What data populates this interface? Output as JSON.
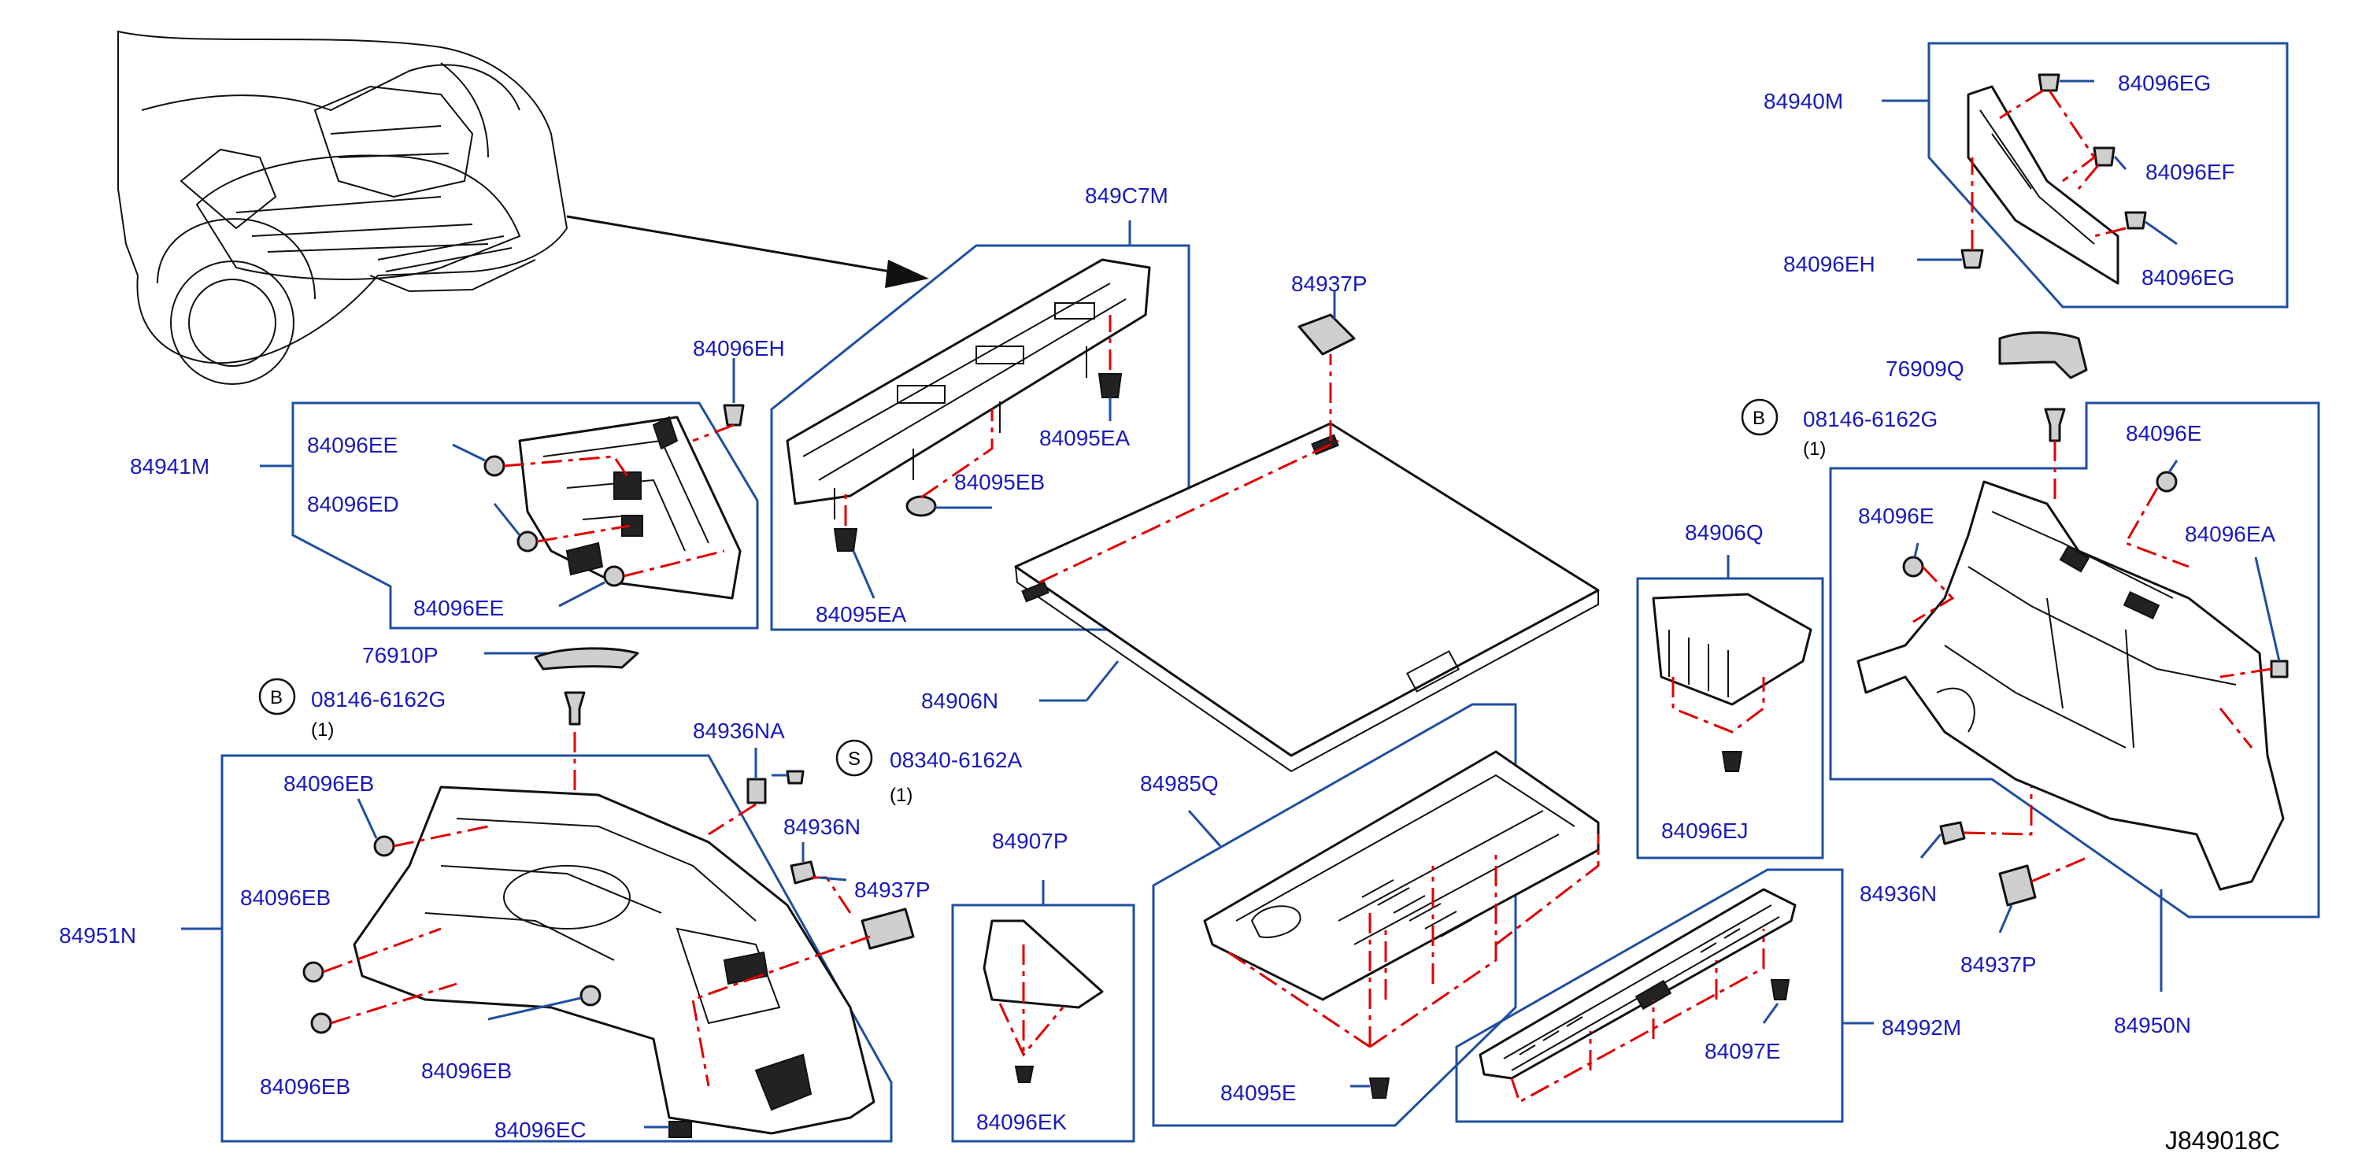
{
  "labels": {
    "p849C7M": "849C7M",
    "p84937P_top": "84937P",
    "p84096EH_mid": "84096EH",
    "p84941M": "84941M",
    "p84096EE_a": "84096EE",
    "p84096ED": "84096ED",
    "p84096EE_b": "84096EE",
    "p84095EA_a": "84095EA",
    "p84095EB": "84095EB",
    "p84095EA_b": "84095EA",
    "p76910P": "76910P",
    "p08146_left": "08146-6162G",
    "p08146_left_qty": "(1)",
    "p84906N": "84906N",
    "p84936NA": "84936NA",
    "p08340": "08340-6162A",
    "p08340_qty": "(1)",
    "p84096EB_a": "84096EB",
    "p84936N_left": "84936N",
    "p84937P_left": "84937P",
    "p84096EB_b": "84096EB",
    "p84951N": "84951N",
    "p84096EB_c": "84096EB",
    "p84096EB_d": "84096EB",
    "p84096EC": "84096EC",
    "p84907P": "84907P",
    "p84096EK": "84096EK",
    "p84985Q": "84985Q",
    "p84095E": "84095E",
    "p84906Q": "84906Q",
    "p84096EJ": "84096EJ",
    "p84992M": "84992M",
    "p84097E": "84097E",
    "p84940M": "84940M",
    "p84096EG_a": "84096EG",
    "p84096EF": "84096EF",
    "p84096EH_right": "84096EH",
    "p84096EG_b": "84096EG",
    "p76909Q": "76909Q",
    "p08146_right": "08146-6162G",
    "p08146_right_qty": "(1)",
    "p84096E_a": "84096E",
    "p84096E_b": "84096E",
    "p84096EA": "84096EA",
    "p84936N_right": "84936N",
    "p84937P_right": "84937P",
    "p84950N": "84950N",
    "circle_b": "B",
    "circle_s": "S",
    "drawing_code": "J849018C"
  },
  "colors": {
    "label": "#1a1ab8",
    "frame": "#1f4fa0",
    "dashed_leader": "#e00000",
    "line_art": "#111111"
  }
}
